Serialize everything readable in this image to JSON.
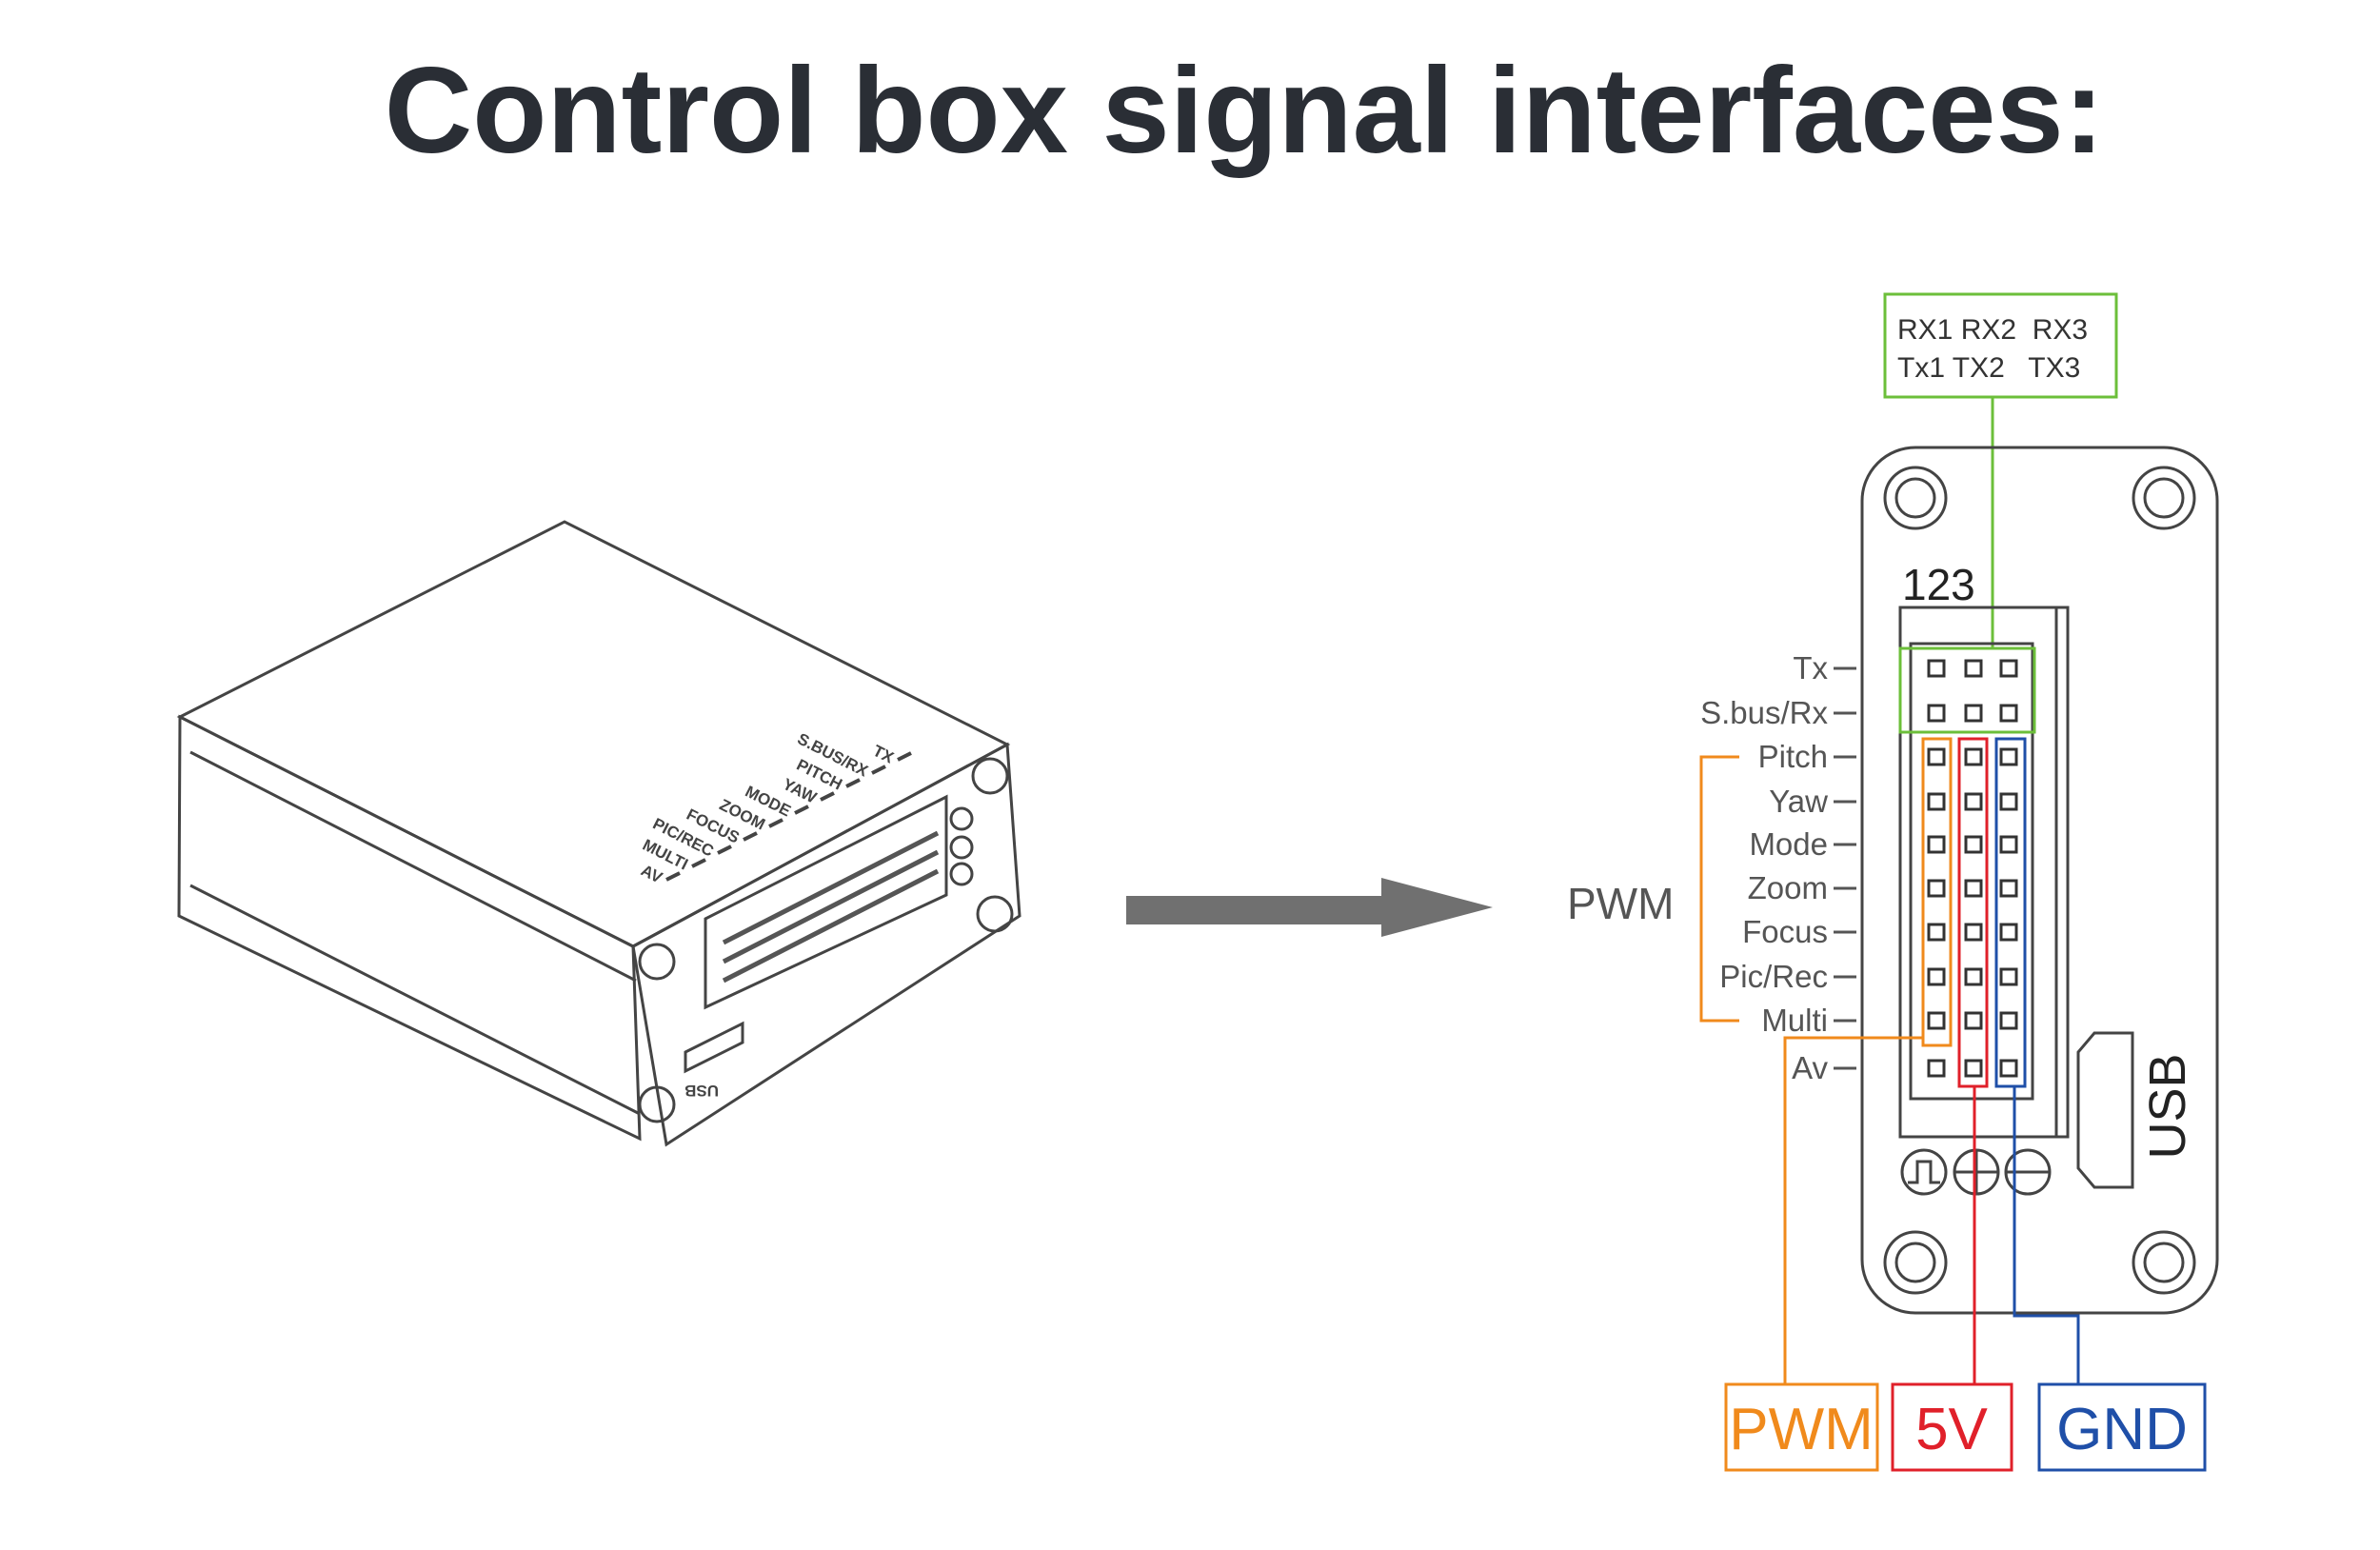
{
  "title": "Control box signal interfaces:",
  "device_3d": {
    "top_labels": [
      "TX",
      "S.BUS/RX",
      "PITCH",
      "YAW",
      "MODE",
      "ZOOM",
      "FOCUS",
      "PIC/REC",
      "MULTI",
      "AV"
    ],
    "usb_label": "USB"
  },
  "uart_box": {
    "line1": "RX1 RX2  RX3",
    "line2": "Tx1 TX2   TX3"
  },
  "pin_numbers": "123",
  "pin_labels": [
    "Tx",
    "S.bus/Rx",
    "Pitch",
    "Yaw",
    "Mode",
    "Zoom",
    "Focus",
    "Pic/Rec",
    "Multi",
    "Av"
  ],
  "pwm_group_label": "PWM",
  "usb_label": "USB",
  "outputs": [
    {
      "label": "PWM",
      "color": "#f08a1c"
    },
    {
      "label": "5V",
      "color": "#e0202a"
    },
    {
      "label": "GND",
      "color": "#1f4fa8"
    }
  ],
  "colors": {
    "uart": "#6cbf3a",
    "arrow": "#707070",
    "title": "#2a2e35"
  }
}
